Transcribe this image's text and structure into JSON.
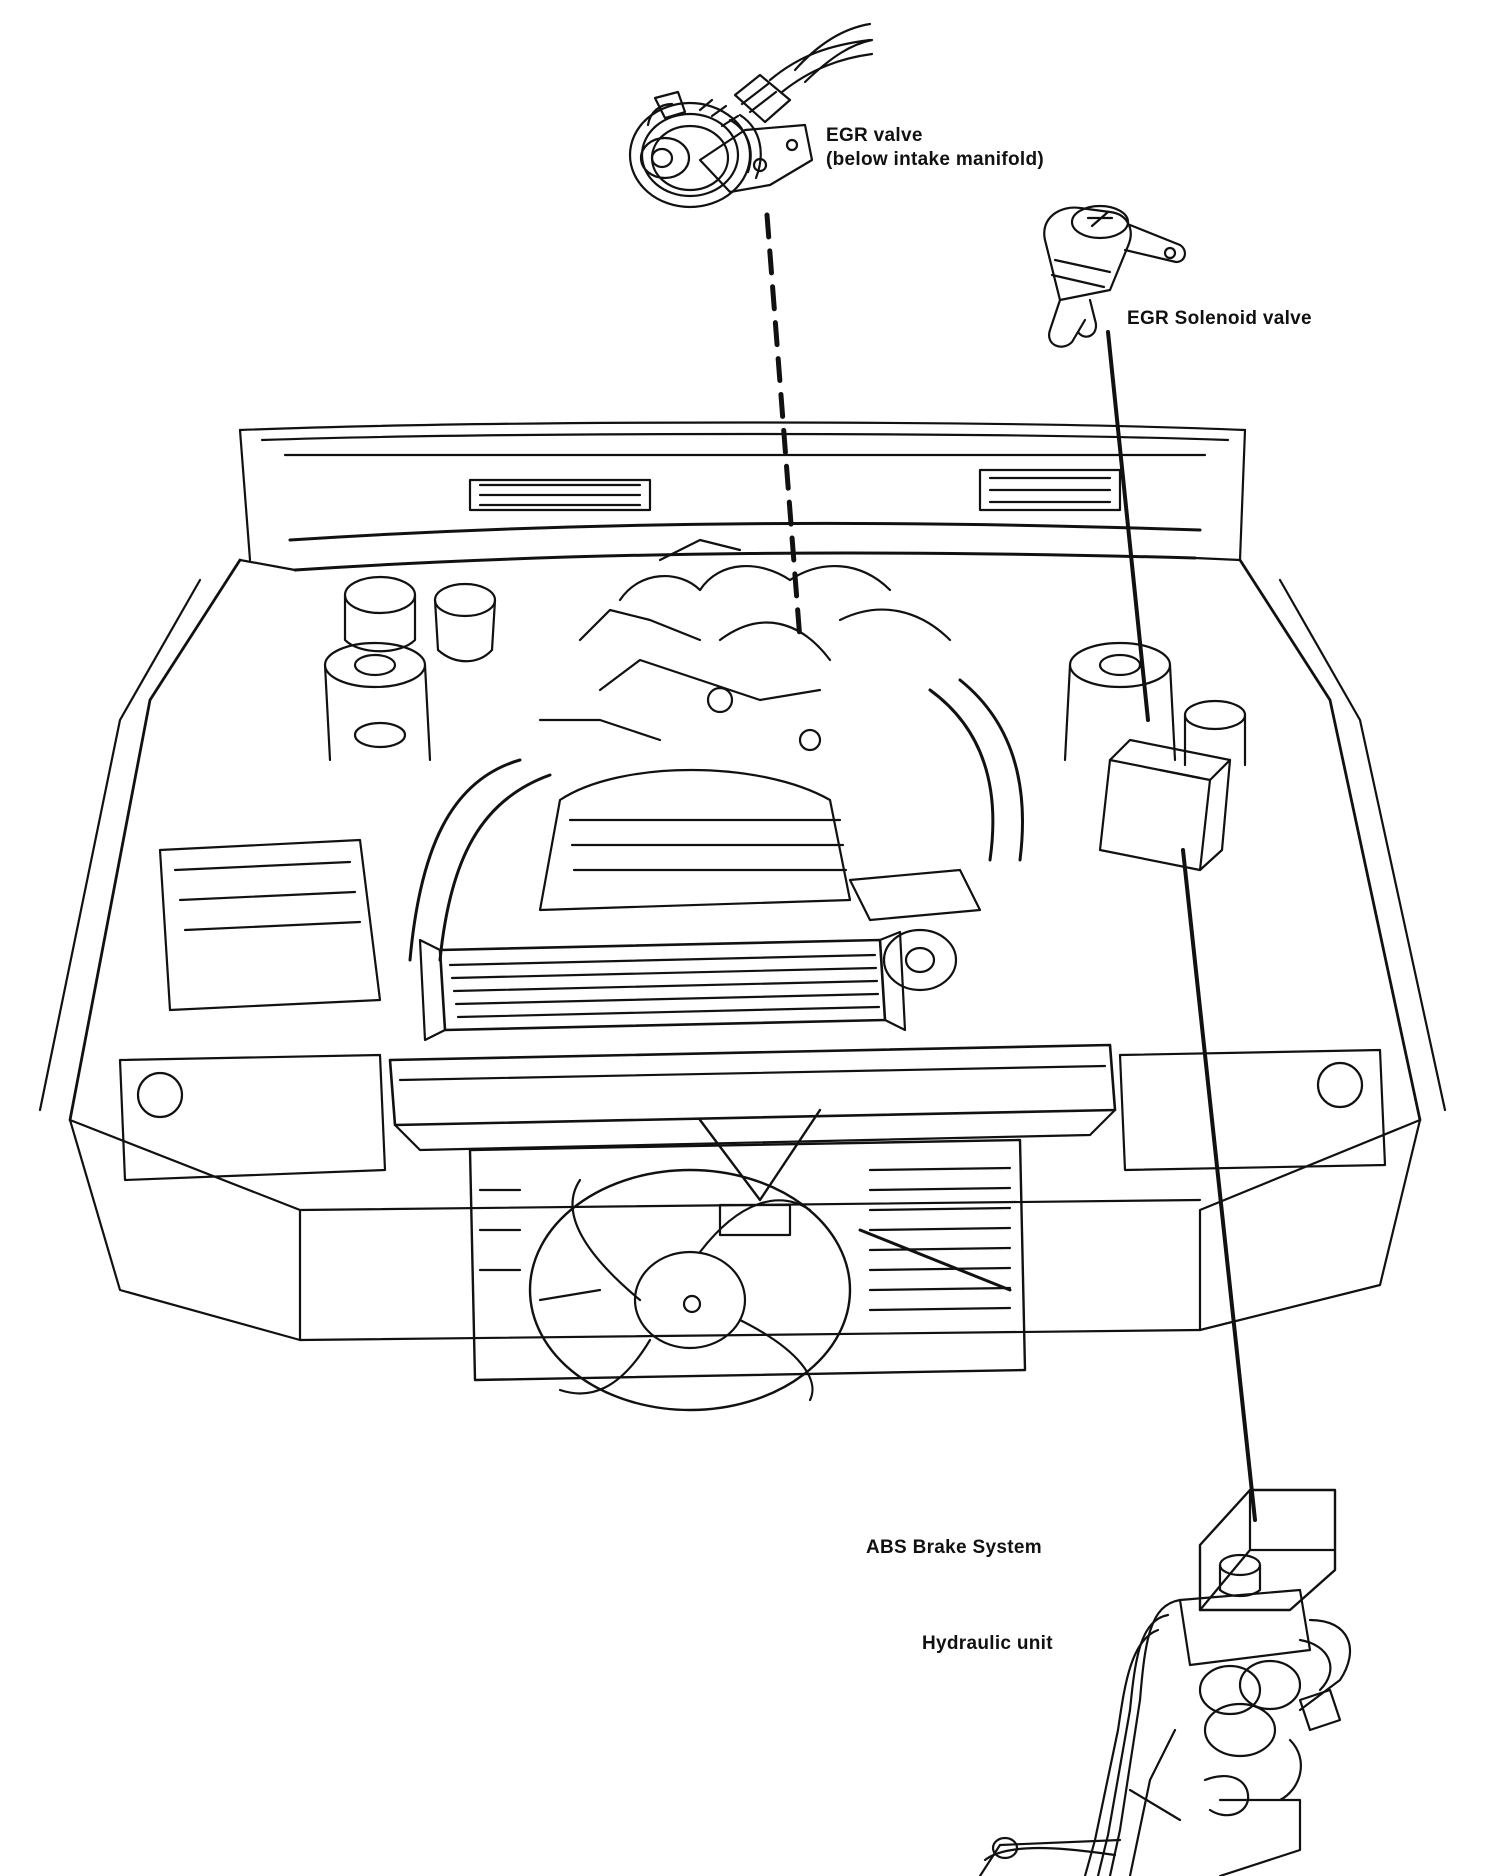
{
  "labels": {
    "egr_valve": {
      "line1": "EGR valve",
      "line2": "(below intake manifold)"
    },
    "egr_solenoid": "EGR Solenoid valve",
    "abs_brake_system": "ABS Brake System",
    "hydraulic_unit": "Hydraulic unit"
  },
  "colors": {
    "ink": "#111111",
    "background": "#ffffff"
  },
  "icons": [
    "egr-valve-illustration",
    "egr-solenoid-illustration",
    "engine-bay-illustration",
    "abs-hydraulic-unit-illustration"
  ]
}
